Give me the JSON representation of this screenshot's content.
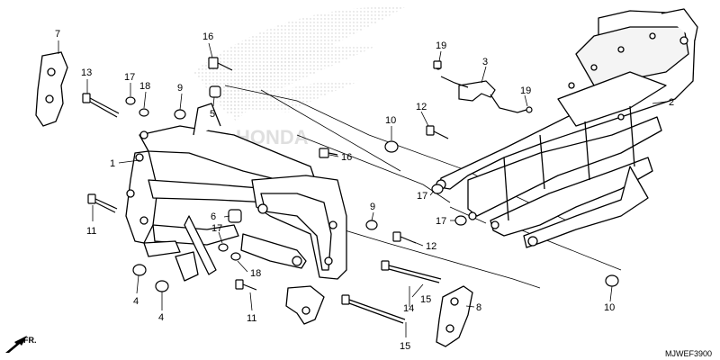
{
  "watermark": {
    "brand": "HONDA"
  },
  "direction_label": "FR.",
  "diagram_code": "MJWEF3900",
  "callouts": {
    "c1": "1",
    "c2": "2",
    "c3": "3",
    "c4a": "4",
    "c4b": "4",
    "c5": "5",
    "c6": "6",
    "c7": "7",
    "c8": "8",
    "c9a": "9",
    "c9b": "9",
    "c10a": "10",
    "c10b": "10",
    "c11a": "11",
    "c11b": "11",
    "c12a": "12",
    "c12b": "12",
    "c13": "13",
    "c14": "14",
    "c15a": "15",
    "c15b": "15",
    "c16a": "16",
    "c16b": "16",
    "c17a": "17",
    "c17b": "17",
    "c17c": "17",
    "c17d": "17",
    "c18a": "18",
    "c18b": "18",
    "c19a": "19",
    "c19b": "19"
  }
}
